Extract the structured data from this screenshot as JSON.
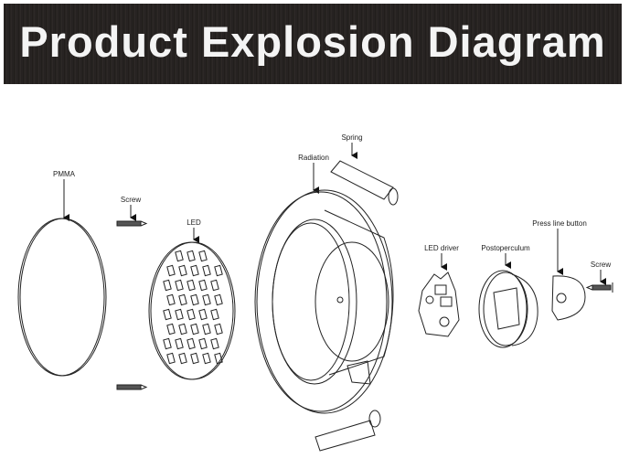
{
  "title": "Product Explosion Diagram",
  "labels": {
    "pmma": "PMMA",
    "screw_left": "Screw",
    "led": "LED",
    "radiation": "Radiation",
    "spring": "Spring",
    "led_driver": "LED driver",
    "postoperculum": "Postoperculum",
    "press_line_button": "Press line button",
    "screw_right": "Screw"
  },
  "colors": {
    "banner": "#221f1e",
    "title": "#f4f4f4",
    "line": "#222222"
  }
}
